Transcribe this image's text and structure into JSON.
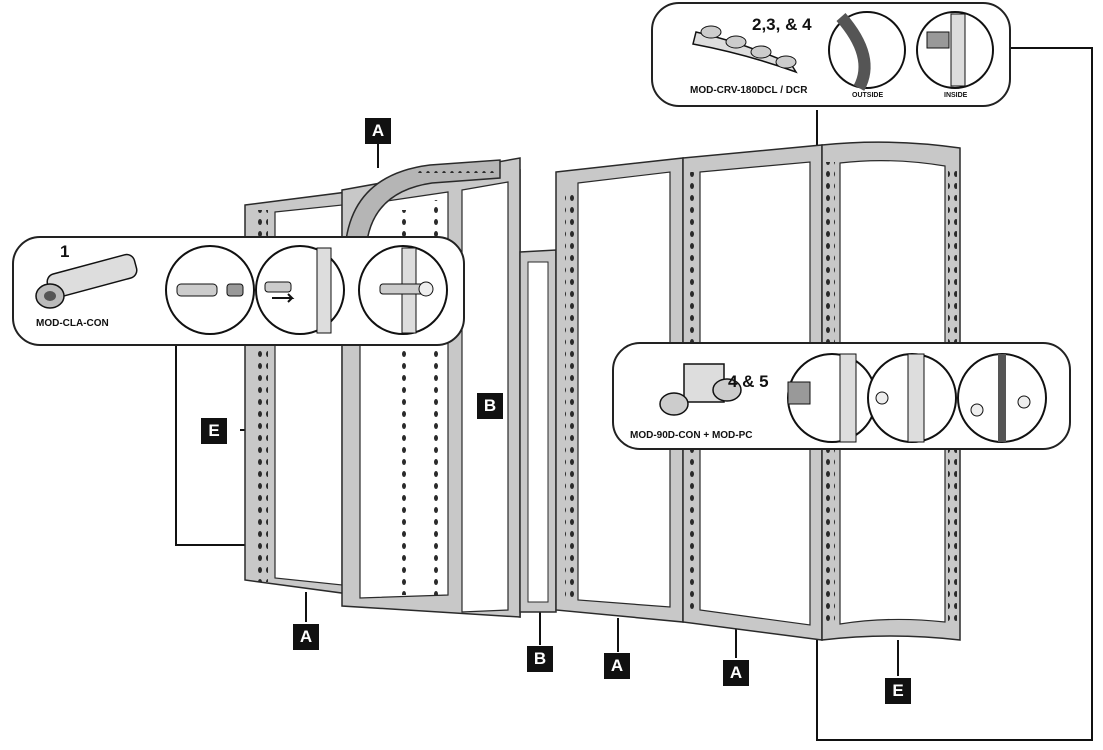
{
  "labels": {
    "frame_a": "A",
    "frame_b": "B",
    "frame_e": "E"
  },
  "callouts": {
    "clamp": {
      "step": "1",
      "part": "MOD-CLA-CON"
    },
    "curve": {
      "step": "2,3, & 4",
      "part": "MOD-CRV-180DCL / DCR",
      "outside": "OUTSIDE",
      "inside": "INSIDE"
    },
    "corner": {
      "step": "4 & 5",
      "part": "MOD-90D-CON + MOD-PC"
    }
  },
  "colors": {
    "frame_fill": "#c8c8c8",
    "frame_shade": "#9a9a9a",
    "outline": "#2a2a2a",
    "tag_fill": "#111111"
  }
}
